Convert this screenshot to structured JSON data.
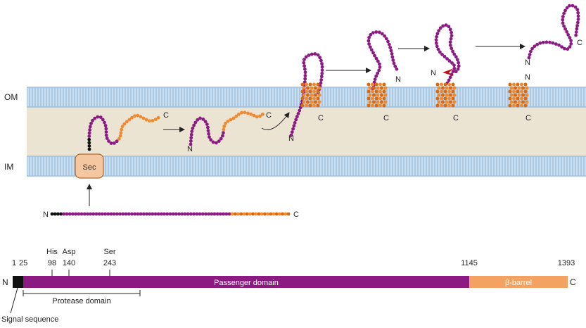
{
  "membranes": {
    "outer_label": "OM",
    "inner_label": "IM"
  },
  "translocon": {
    "label": "Sec"
  },
  "termini": {
    "n": "N",
    "c": "C"
  },
  "domain_map": {
    "positions": {
      "p1": "1",
      "p25": "25",
      "p98": "98",
      "p140": "140",
      "p243": "243",
      "p1145": "1145",
      "p1393": "1393"
    },
    "residues": {
      "his": "His",
      "asp": "Asp",
      "ser": "Ser"
    },
    "passenger_label": "Passenger domain",
    "barrel_label": "β-barrel",
    "protease_label": "Protease domain",
    "signal_label": "Signal sequence",
    "n_label": "N",
    "c_label": "C"
  },
  "colors": {
    "passenger": "#8b1a83",
    "barrel": "#f08a30",
    "barrel_dark": "#d96a12",
    "periplasm": "#ebe4d3",
    "membrane": "#b8d2ea",
    "membrane_line": "#7fa8cf",
    "signal": "#111111",
    "protease_cut": "#c0141c"
  }
}
